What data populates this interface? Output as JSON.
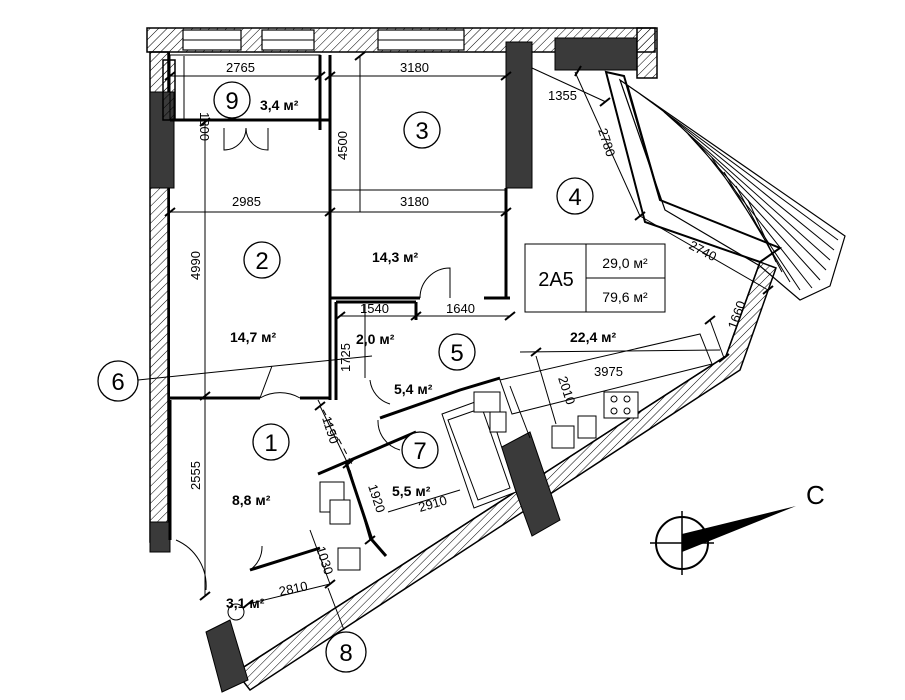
{
  "unit_code": "2A5",
  "living_area": "29,0 м²",
  "total_area": "79,6 м²",
  "compass_label": "С",
  "rooms": [
    {
      "number": "1",
      "area": "8,8 м²"
    },
    {
      "number": "2",
      "area": "14,7 м²"
    },
    {
      "number": "3",
      "area": "14,3 м²"
    },
    {
      "number": "4",
      "area": "22,4 м²"
    },
    {
      "number": "5",
      "area": "5,4 м²"
    },
    {
      "number": "6",
      "area": "2,0 м²"
    },
    {
      "number": "7",
      "area": "5,5 м²"
    },
    {
      "number": "8",
      "area": "3,1 м²"
    },
    {
      "number": "9",
      "area": "3,4 м²"
    }
  ],
  "dimensions": {
    "d2765": "2765",
    "d3180_top": "3180",
    "d1300": "1300",
    "d1355": "1355",
    "d2780": "2780",
    "d4500": "4500",
    "d2985": "2985",
    "d3180_mid": "3180",
    "d4990": "4990",
    "d2740": "2740",
    "d1660": "1660",
    "d1540": "1540",
    "d1640": "1640",
    "d1725": "1725",
    "d3975": "3975",
    "d2010": "2010",
    "d2555": "2555",
    "d1190": "1190",
    "d1920": "1920",
    "d2910": "2910",
    "d1030": "1030",
    "d2810": "2810"
  }
}
